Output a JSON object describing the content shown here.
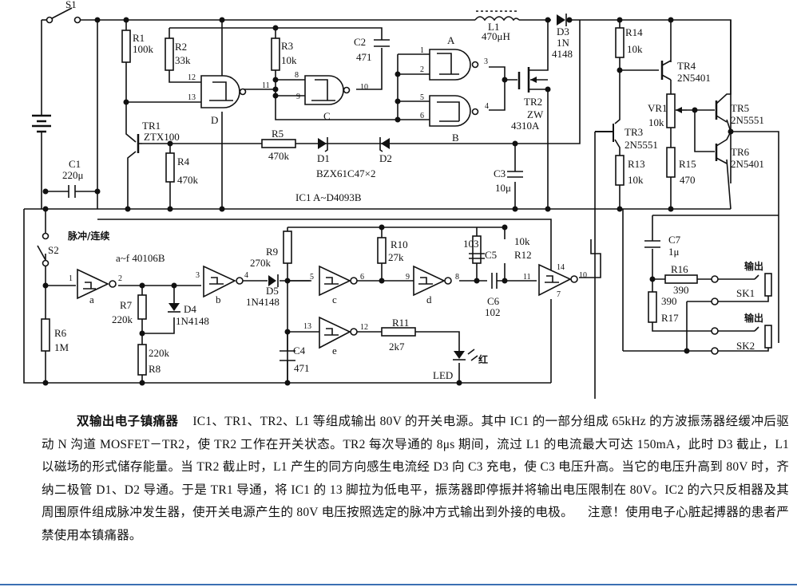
{
  "schematic": {
    "switches": {
      "s1": "S1",
      "s2": "S2",
      "s2_mode": "脉冲/连续"
    },
    "resistors": {
      "r1": {
        "ref": "R1",
        "value": "100k"
      },
      "r2": {
        "ref": "R2",
        "value": "33k"
      },
      "r3": {
        "ref": "R3",
        "value": "10k"
      },
      "r4": {
        "ref": "R4",
        "value": "470k"
      },
      "r5": {
        "ref": "R5",
        "value": "470k"
      },
      "r6": {
        "ref": "R6",
        "value": "1M"
      },
      "r7": {
        "ref": "R7",
        "value": "220k"
      },
      "r8": {
        "ref": "R8",
        "value": "220k"
      },
      "r9": {
        "ref": "R9",
        "value": "270k"
      },
      "r10": {
        "ref": "R10",
        "value": "27k"
      },
      "r11": {
        "ref": "R11",
        "value": "2k7"
      },
      "r12": {
        "ref": "R12",
        "value": "10k"
      },
      "r13": {
        "ref": "R13",
        "value": "10k"
      },
      "r14": {
        "ref": "R14",
        "value": "10k"
      },
      "r15": {
        "ref": "R15",
        "value": "470"
      },
      "r16": {
        "ref": "R16",
        "value": "390"
      },
      "r17": {
        "ref": "R17",
        "value": "390"
      },
      "vr1": {
        "ref": "VR1",
        "value": "10k"
      }
    },
    "capacitors": {
      "c1": {
        "ref": "C1",
        "value": "220μ"
      },
      "c2": {
        "ref": "C2",
        "value": "471"
      },
      "c3": {
        "ref": "C3",
        "value": "10μ"
      },
      "c4": {
        "ref": "C4",
        "value": "471"
      },
      "c5": {
        "ref": "C5",
        "value": "103"
      },
      "c6": {
        "ref": "C6",
        "value": "102"
      },
      "c7": {
        "ref": "C7",
        "value": "1μ"
      }
    },
    "inductor": {
      "ref": "L1",
      "value": "470μH"
    },
    "diodes": {
      "d1": "D1",
      "d2": "D2",
      "d12_part": "BZX61C47×2",
      "d3": "D3",
      "d3_part_a": "1N",
      "d3_part_b": "4148",
      "d4": "D4",
      "d4_part": "1N4148",
      "d5": "D5",
      "d5_part": "1N4148",
      "led_color": "红",
      "led": "LED"
    },
    "transistors": {
      "tr1": {
        "ref": "TR1",
        "part": "ZTX100"
      },
      "tr2": {
        "ref": "TR2",
        "part_a": "ZW",
        "part_b": "4310A"
      },
      "tr3": {
        "ref": "TR3",
        "part": "2N5551"
      },
      "tr4": {
        "ref": "TR4",
        "part": "2N5401"
      },
      "tr5": {
        "ref": "TR5",
        "part": "2N5551"
      },
      "tr6": {
        "ref": "TR6",
        "part": "2N5401"
      }
    },
    "ic1": {
      "label": "IC1   A~D4093B",
      "gates": {
        "a": "A",
        "b": "B",
        "c": "C",
        "d": "D"
      },
      "pins": {
        "p1": "1",
        "p2": "2",
        "p3": "3",
        "p4": "4",
        "p5": "5",
        "p6": "6",
        "p8": "8",
        "p9": "9",
        "p10": "10",
        "p11": "11",
        "p12": "12",
        "p13": "13"
      }
    },
    "ic2": {
      "label": "a~f    40106B",
      "gates": {
        "a": "a",
        "b": "b",
        "c": "c",
        "d": "d",
        "e": "e"
      },
      "pins": {
        "p1": "1",
        "p2": "2",
        "p3": "3",
        "p4": "4",
        "p5": "5",
        "p6": "6",
        "p7": "7",
        "p8": "8",
        "p9": "9",
        "p10": "10",
        "p11": "11",
        "p12": "12",
        "p13": "13",
        "p14": "14"
      }
    },
    "outputs": {
      "label": "输出",
      "sk1": "SK1",
      "sk2": "SK2"
    }
  },
  "caption": {
    "title": "双输出电子镇痛器",
    "body": "IC1、TR1、TR2、L1 等组成输出 80V 的开关电源。其中 IC1 的一部分组成 65kHz 的方波振荡器经缓冲后驱动 N 沟道 MOSFET－TR2，使 TR2 工作在开关状态。TR2 每次导通的 8μs 期间，流过 L1 的电流最大可达 150mA，此时 D3 截止，L1 以磁场的形式储存能量。当 TR2 截止时，L1 产生的同方向感生电流经 D3 向 C3 充电，使 C3 电压升高。当它的电压升高到 80V 时，齐纳二极管 D1、D2 导通。于是 TR1 导通，将 IC1 的 13 脚拉为低电平，振荡器即停振并将输出电压限制在 80V。IC2 的六只反相器及其周围原件组成脉冲发生器，使开关电源产生的 80V 电压按照选定的脉冲方式输出到外接的电极。",
    "warning": "注意！使用电子心脏起搏器的患者严禁使用本镇痛器。"
  }
}
